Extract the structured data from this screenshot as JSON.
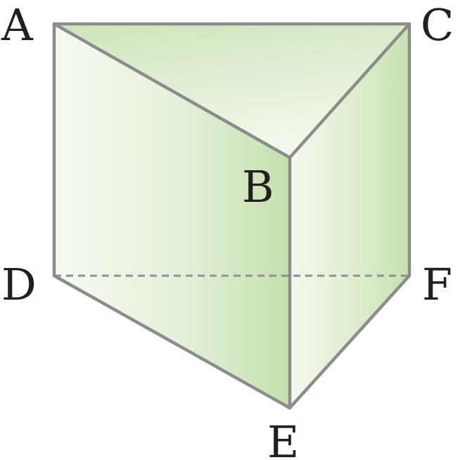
{
  "figure": {
    "type": "triangular-prism",
    "colors": {
      "edge": "#8a8d8a",
      "hidden_edge": "#8f938f",
      "face_light": "#f6faf1",
      "face_mid": "#e6f1dc",
      "face_dark": "#c4e0ad",
      "label": "#231f20"
    },
    "vertices": {
      "A": "A",
      "B": "B",
      "C": "C",
      "D": "D",
      "E": "E",
      "F": "F"
    },
    "visible_edges": [
      "AC",
      "AB",
      "BC",
      "AD",
      "BE",
      "CF",
      "DE",
      "EF"
    ],
    "hidden_edges": [
      "DF"
    ]
  }
}
